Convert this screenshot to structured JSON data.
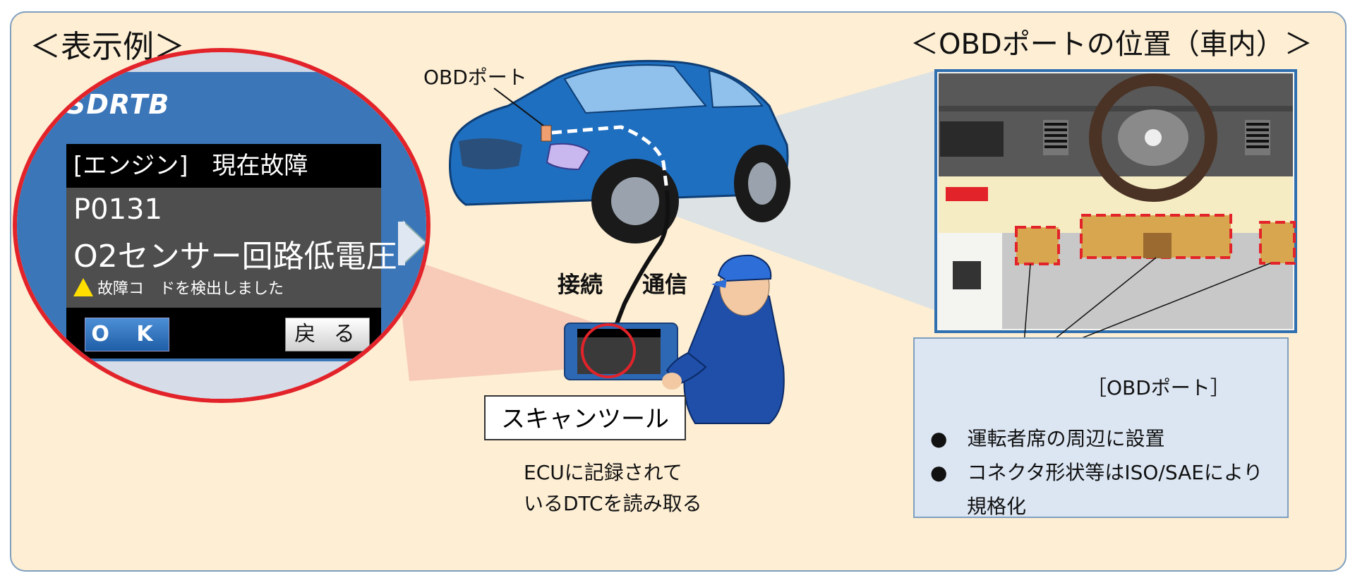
{
  "titles": {
    "example": "＜表示例＞",
    "obd_location": "＜OBDポートの位置（車内）＞"
  },
  "car": {
    "obd_port_label": "OBDポート",
    "connect_label": "接続",
    "comm_label": "通信",
    "body_color": "#1f6fc0"
  },
  "screen": {
    "brand": "SDRTB",
    "header": "[エンジン]　現在故障",
    "code": "P0131",
    "description": "O2センサー回路低電圧",
    "warning": "故障コ　ドを検出しました",
    "ok_button": "O K",
    "back_button": "戻 る"
  },
  "scan_tool": {
    "label": "スキャンツール",
    "read_line1": "ECUに記録されて",
    "read_line2": "いるDTCを読み取る"
  },
  "port_info": {
    "port_label": "［OBDポート］",
    "bullets": [
      "運転者席の周辺に設置",
      "コネクタ形状等はISO/SAEにより",
      "規格化"
    ]
  },
  "colors": {
    "panel_bg": "#fdeed4",
    "accent_red": "#e3232a",
    "info_bg": "#dce6f3"
  }
}
